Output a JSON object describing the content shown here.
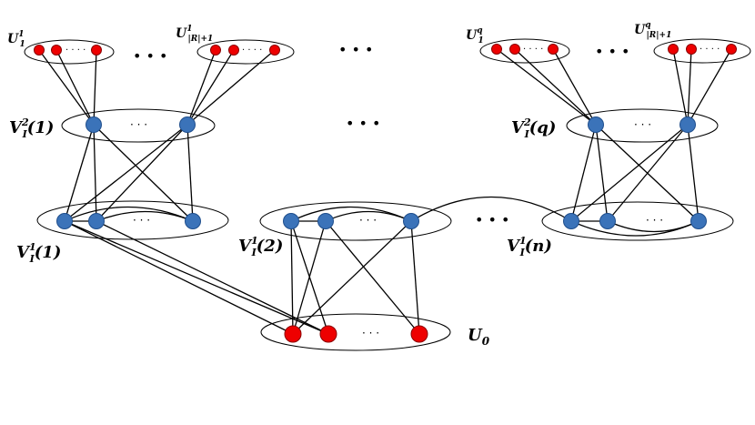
{
  "colors": {
    "blue_node": "#3b73b9",
    "blue_stroke": "#1f4e8c",
    "red_node": "#ee0000",
    "red_stroke": "#8a0000",
    "edge": "#000000",
    "ellipse": "#000000"
  },
  "labels": {
    "u1_1": {
      "main": "U",
      "sup": "1",
      "sub": "1"
    },
    "u1_r": {
      "main": "U",
      "sup": "1",
      "sub": "|R|+1"
    },
    "uq_1": {
      "main": "U",
      "sup": "q",
      "sub": "1"
    },
    "uq_r": {
      "main": "U",
      "sup": "q",
      "sub": "|R|+1"
    },
    "v2_1": {
      "main": "V",
      "sup": "2",
      "sub": "I",
      "arg": "(1)"
    },
    "v2_q": {
      "main": "V",
      "sup": "2",
      "sub": "I",
      "arg": "(q)"
    },
    "v1_1": {
      "main": "V",
      "sup": "1",
      "sub": "I",
      "arg": "(1)"
    },
    "v1_2": {
      "main": "V",
      "sup": "1",
      "sub": "I",
      "arg": "(2)"
    },
    "v1_n": {
      "main": "V",
      "sup": "1",
      "sub": "I",
      "arg": "(n)"
    },
    "u0": {
      "main": "U",
      "sub": "0"
    }
  },
  "ellipsis": {
    "small": "· · · ·",
    "medium": "· · ·",
    "big": "• • •"
  }
}
